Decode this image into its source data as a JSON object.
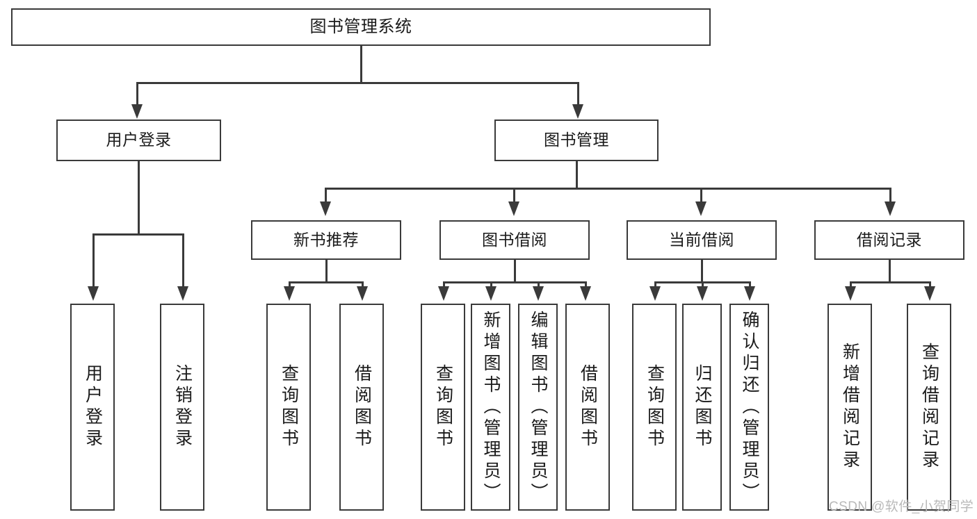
{
  "diagram": {
    "title": "图书管理系统",
    "type": "hierarchy-tree",
    "levels": 4,
    "nodes": {
      "root": {
        "label": "图书管理系统",
        "level": 1
      },
      "user_login": {
        "label": "用户登录",
        "level": 2
      },
      "book_manage": {
        "label": "图书管理",
        "level": 2
      },
      "new_book_rec": {
        "label": "新书推荐",
        "level": 3
      },
      "book_borrow": {
        "label": "图书借阅",
        "level": 3
      },
      "current_borrow": {
        "label": "当前借阅",
        "level": 3
      },
      "borrow_record": {
        "label": "借阅记录",
        "level": 3
      },
      "leaf_user_login": {
        "label": "用户登录",
        "level": 4
      },
      "leaf_logout": {
        "label": "注销登录",
        "level": 4
      },
      "leaf_query_book_1": {
        "label": "查询图书",
        "level": 4
      },
      "leaf_borrow_book_1": {
        "label": "借阅图书",
        "level": 4
      },
      "leaf_query_book_2": {
        "label": "查询图书",
        "level": 4
      },
      "leaf_add_book": {
        "label": "新增图书（管理员）",
        "level": 4
      },
      "leaf_edit_book": {
        "label": "编辑图书（管理员）",
        "level": 4
      },
      "leaf_borrow_book_2": {
        "label": "借阅图书",
        "level": 4
      },
      "leaf_query_book_3": {
        "label": "查询图书",
        "level": 4
      },
      "leaf_return_book": {
        "label": "归还图书",
        "level": 4
      },
      "leaf_confirm_return": {
        "label": "确认归还（管理员）",
        "level": 4
      },
      "leaf_add_record": {
        "label": "新增借阅记录",
        "level": 4
      },
      "leaf_query_record": {
        "label": "查询借阅记录",
        "level": 4
      }
    },
    "edges": [
      {
        "from": "root",
        "to": "user_login"
      },
      {
        "from": "root",
        "to": "book_manage"
      },
      {
        "from": "user_login",
        "to": "leaf_user_login"
      },
      {
        "from": "user_login",
        "to": "leaf_logout"
      },
      {
        "from": "book_manage",
        "to": "new_book_rec"
      },
      {
        "from": "book_manage",
        "to": "book_borrow"
      },
      {
        "from": "book_manage",
        "to": "current_borrow"
      },
      {
        "from": "book_manage",
        "to": "borrow_record"
      },
      {
        "from": "new_book_rec",
        "to": "leaf_query_book_1"
      },
      {
        "from": "new_book_rec",
        "to": "leaf_borrow_book_1"
      },
      {
        "from": "book_borrow",
        "to": "leaf_query_book_2"
      },
      {
        "from": "book_borrow",
        "to": "leaf_add_book"
      },
      {
        "from": "book_borrow",
        "to": "leaf_edit_book"
      },
      {
        "from": "book_borrow",
        "to": "leaf_borrow_book_2"
      },
      {
        "from": "current_borrow",
        "to": "leaf_query_book_3"
      },
      {
        "from": "current_borrow",
        "to": "leaf_return_book"
      },
      {
        "from": "current_borrow",
        "to": "leaf_confirm_return"
      },
      {
        "from": "borrow_record",
        "to": "leaf_add_record"
      },
      {
        "from": "borrow_record",
        "to": "leaf_query_record"
      }
    ],
    "colors": {
      "line": "#3a3a3a",
      "box_border": "#3a3a3a",
      "box_fill": "#ffffff",
      "text": "#1a1a1a",
      "background": "#ffffff",
      "watermark": "#b9b9b9"
    }
  },
  "watermark": {
    "text": "CSDN @软件_小贺同学"
  }
}
